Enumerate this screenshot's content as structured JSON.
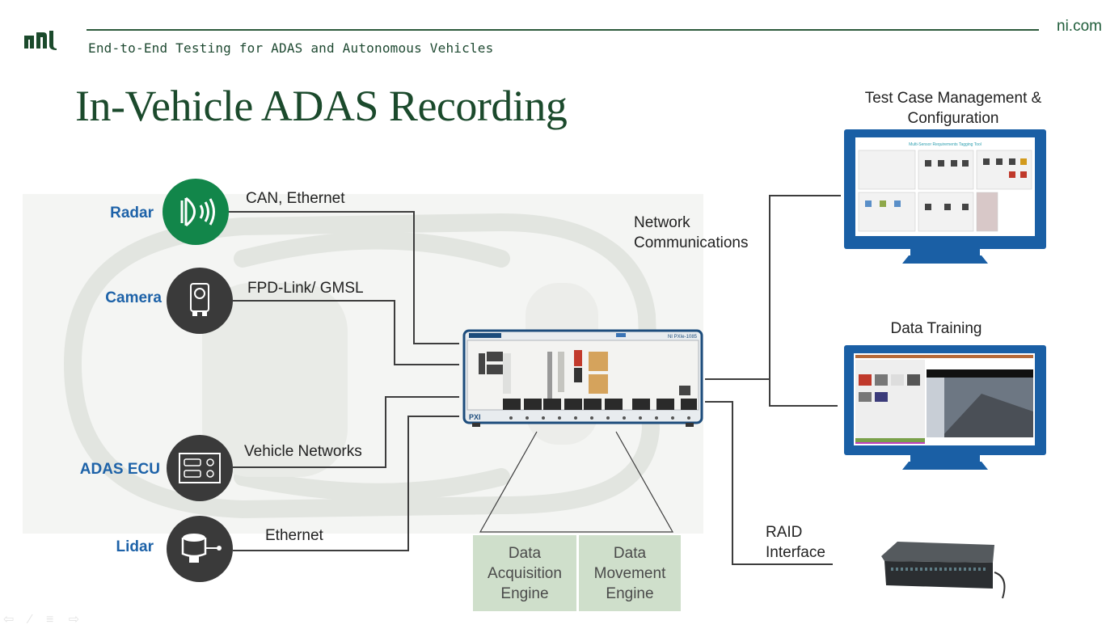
{
  "header": {
    "logo_icon": "ni-logo-icon",
    "subtitle": "End-to-End Testing for ADAS and Autonomous Vehicles",
    "site_link": "ni.com"
  },
  "title": "In-Vehicle ADAS Recording",
  "sensors": [
    {
      "label": "Radar",
      "icon": "radar-icon",
      "connection": "CAN, Ethernet",
      "circle_color": "#12864a"
    },
    {
      "label": "Camera",
      "icon": "camera-icon",
      "connection": "FPD-Link/ GMSL",
      "circle_color": "#3a3a3a"
    },
    {
      "label": "ADAS ECU",
      "icon": "ecu-connector-icon",
      "connection": "Vehicle Networks",
      "circle_color": "#3a3a3a"
    },
    {
      "label": "Lidar",
      "icon": "lidar-icon",
      "connection": "Ethernet",
      "circle_color": "#3a3a3a"
    }
  ],
  "chassis": {
    "label": "NI PXIe-1085",
    "brand": "National Instruments",
    "bus": "PXI"
  },
  "engines": [
    {
      "line1": "Data",
      "line2": "Acquisition",
      "line3": "Engine"
    },
    {
      "line1": "Data",
      "line2": "Movement",
      "line3": "Engine"
    }
  ],
  "outputs": {
    "network_label_1": "Network",
    "network_label_2": "Communications",
    "monitor_1_title_1": "Test Case Management &",
    "monitor_1_title_2": "Configuration",
    "monitor_1_screen_caption": "Multi-Sensor Requirements Tagging Tool",
    "monitor_2_title": "Data Training",
    "raid_label_1": "RAID",
    "raid_label_2": "Interface"
  },
  "colors": {
    "brand_green": "#1b4a2c",
    "sensor_label_blue": "#1d62a8",
    "monitor_blue": "#1a5fa5",
    "engine_box": "#cfdfcb"
  },
  "nav_controls": [
    "previous-arrow-icon",
    "pen-icon",
    "menu-icon",
    "next-arrow-icon"
  ]
}
